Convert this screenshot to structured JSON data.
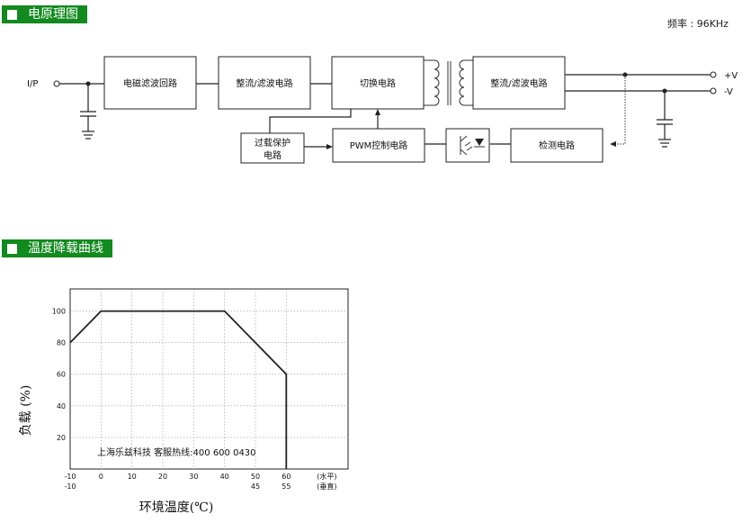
{
  "sections": {
    "block_diagram": "电原理图",
    "derating": "温度降载曲线"
  },
  "frequency_label": "频率 : 96KHz",
  "block_diagram": {
    "input": "I/P",
    "emi_filter": "电磁滤波回路",
    "rectifier_filter_1": "整流/滤波电路",
    "switching": "切换电路",
    "rectifier_filter_2": "整流/滤波电路",
    "overload_protection_line1": "过载保护",
    "overload_protection_line2": "电路",
    "pwm_control": "PWM控制电路",
    "detection": "检测电路",
    "out_pos": "+V",
    "out_neg": "-V"
  },
  "chart_data": {
    "type": "line",
    "title": "",
    "xlabel": "环境温度(℃)",
    "ylabel": "负载 (%)",
    "x_ticks_row1": [
      "-10",
      "0",
      "10",
      "20",
      "30",
      "40",
      "50",
      "60",
      "(水平)"
    ],
    "x_ticks_row2": [
      "-10",
      "45",
      "55",
      "(垂直)"
    ],
    "y_ticks": [
      "20",
      "40",
      "60",
      "80",
      "100"
    ],
    "xlim": [
      -10,
      80
    ],
    "ylim": [
      0,
      114
    ],
    "series": [
      {
        "x": [
          -10,
          0,
          40,
          60,
          60
        ],
        "y": [
          80,
          100,
          100,
          60,
          0
        ]
      }
    ],
    "annotation": "上海乐兹科技 客服热线:400 600 0430"
  }
}
